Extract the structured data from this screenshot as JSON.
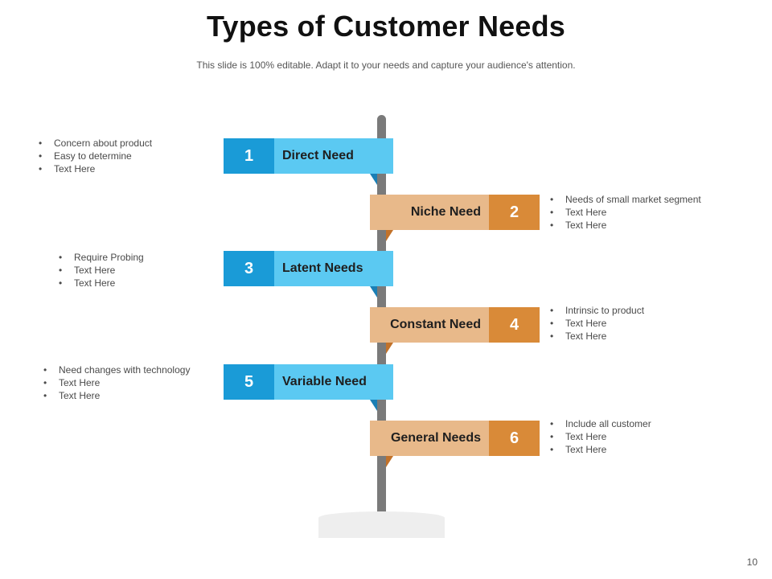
{
  "title": "Types of Customer Needs",
  "subtitle": "This slide is 100% editable. Adapt it to your needs and capture your audience's attention.",
  "page_number": "10",
  "colors": {
    "blue_dark": "#1a9bd7",
    "blue_light": "#5bc9f2",
    "orange_dark": "#d98a38",
    "orange_light": "#e8b98a",
    "pole": "#7a7a7a"
  },
  "needs": [
    {
      "number": "1",
      "label": "Direct Need",
      "bullets": [
        "Concern about product",
        "Easy to determine",
        "Text Here"
      ]
    },
    {
      "number": "2",
      "label": "Niche Need",
      "bullets": [
        "Needs of small market segment",
        "Text Here",
        "Text Here"
      ]
    },
    {
      "number": "3",
      "label": "Latent Needs",
      "bullets": [
        "Require Probing",
        "Text Here",
        "Text Here"
      ]
    },
    {
      "number": "4",
      "label": "Constant Need",
      "bullets": [
        "Intrinsic to product",
        "Text Here",
        "Text Here"
      ]
    },
    {
      "number": "5",
      "label": "Variable Need",
      "bullets": [
        "Need changes with technology",
        "Text Here",
        "Text Here"
      ]
    },
    {
      "number": "6",
      "label": "General Needs",
      "bullets": [
        "Include all customer",
        "Text Here",
        "Text Here"
      ]
    }
  ]
}
